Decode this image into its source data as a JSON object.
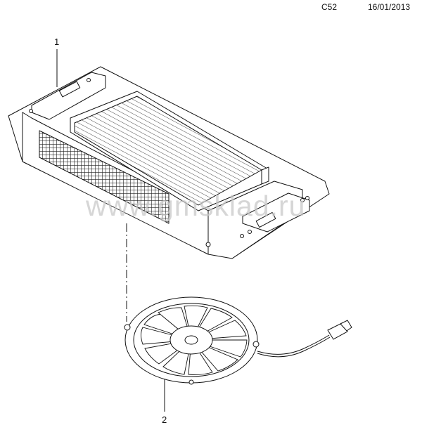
{
  "header": {
    "code": "C52",
    "date": "16/01/2013"
  },
  "watermark": "www.gmsklad.ru",
  "callouts": [
    {
      "label": "1"
    },
    {
      "label": "2"
    }
  ]
}
